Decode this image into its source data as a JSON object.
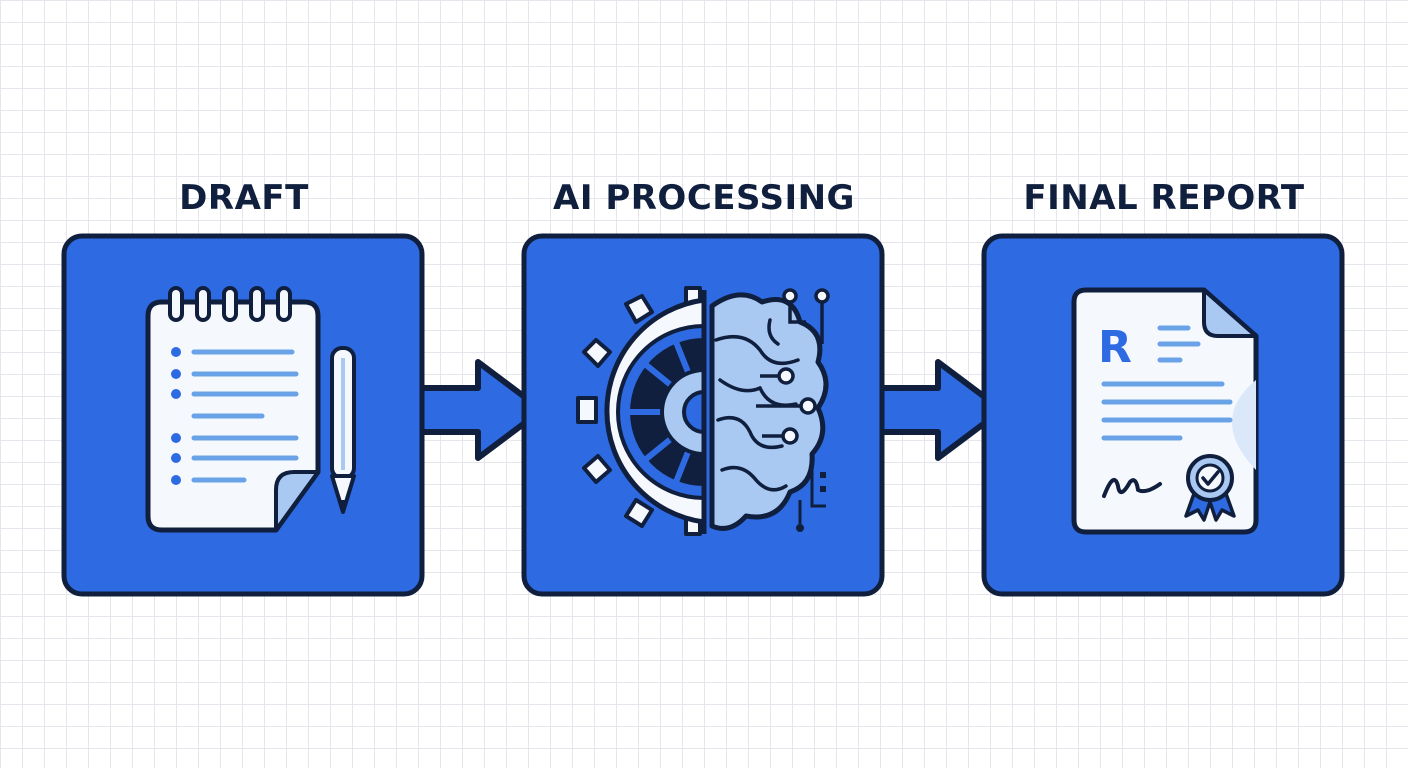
{
  "diagram": {
    "stages": [
      {
        "title": "DRAFT",
        "icon": "notepad-pencil-icon"
      },
      {
        "title": "AI PROCESSING",
        "icon": "gear-brain-icon"
      },
      {
        "title": "FINAL REPORT",
        "icon": "certified-document-icon"
      }
    ],
    "connectors": [
      {
        "from": "DRAFT",
        "to": "AI PROCESSING"
      },
      {
        "from": "AI PROCESSING",
        "to": "FINAL REPORT"
      }
    ],
    "report_logo_letter": "R"
  },
  "colors": {
    "panel_blue": "#2e6ae2",
    "outline_navy": "#0f1f3d",
    "light_blue": "#a9c9f3",
    "paper": "#f5f8fd",
    "line_blue": "#6aa2e8",
    "grid": "#e4e6ec"
  }
}
